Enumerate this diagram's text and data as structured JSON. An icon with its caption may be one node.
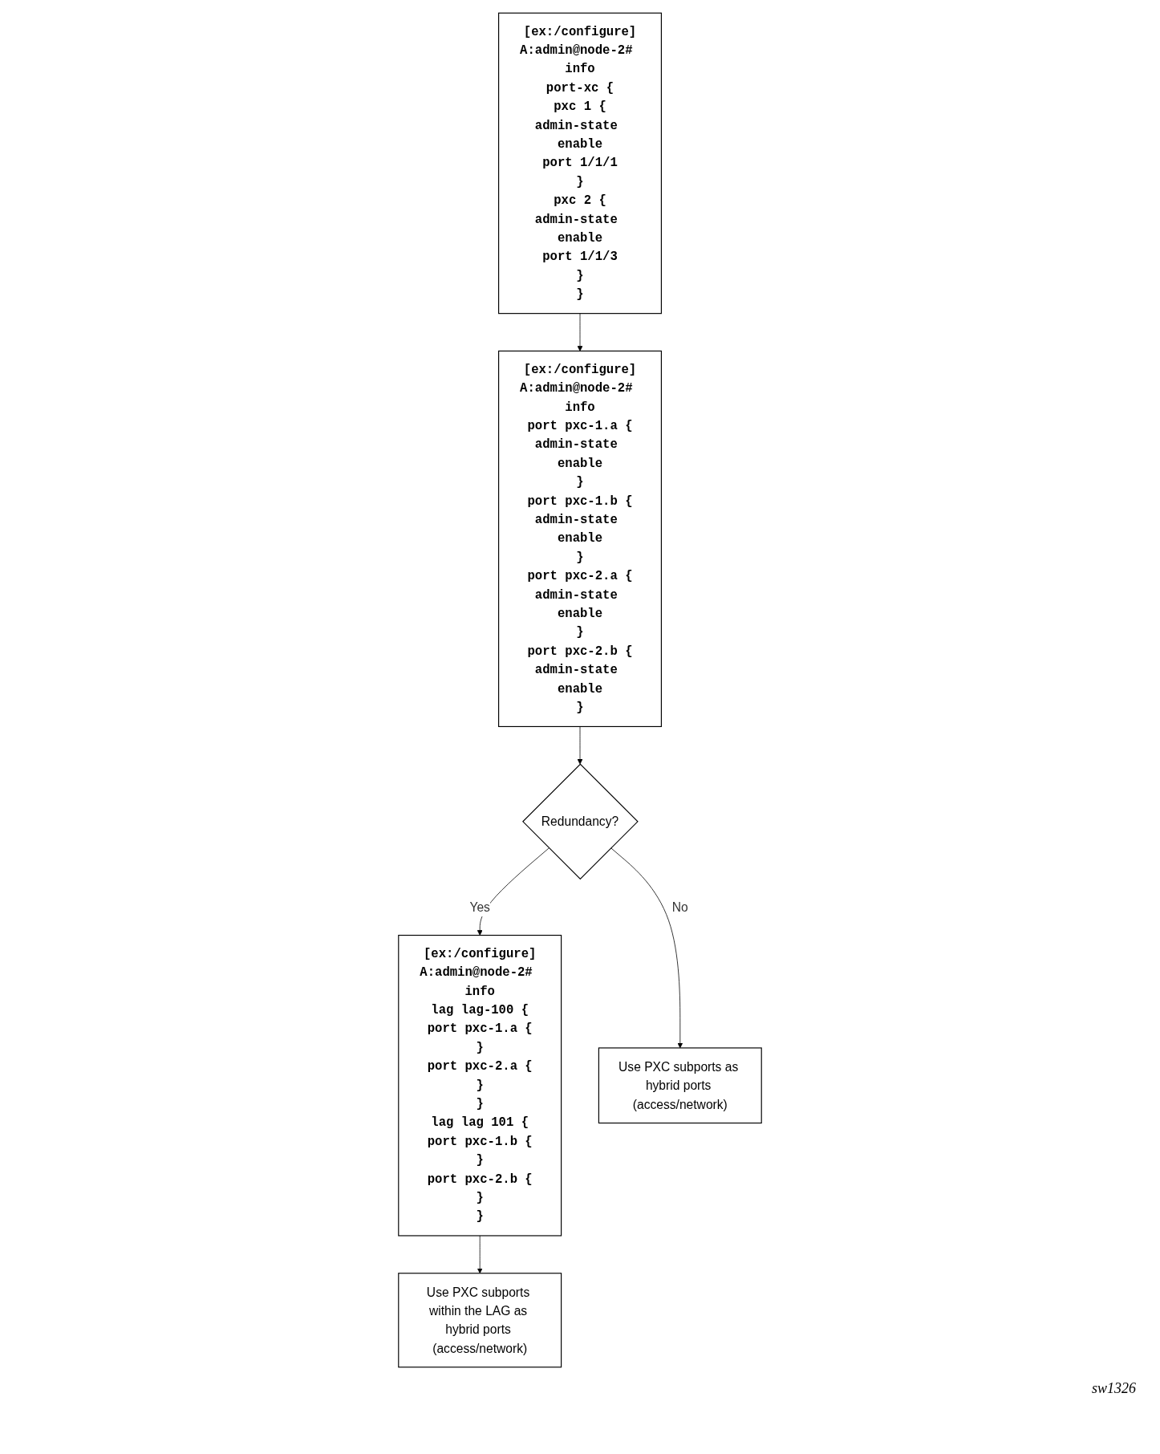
{
  "diagram": {
    "nodes": [
      {
        "text": [
          "[ex:/configure]",
          "A:admin@node-2# info",
          "port-xc {",
          "pxc 1 {",
          "admin-state enable",
          "port 1/1/1",
          "}",
          "pxc 2 {",
          "admin-state enable",
          "port 1/1/3",
          "}",
          "}"
        ]
      },
      {
        "text": [
          "[ex:/configure]",
          "A:admin@node-2# info",
          "port pxc-1.a {",
          "admin-state enable",
          "}",
          "port pxc-1.b {",
          "admin-state enable",
          "}",
          "port pxc-2.a {",
          "admin-state enable",
          "}",
          "port pxc-2.b {",
          "admin-state enable",
          "}"
        ]
      },
      {
        "text": [
          "[ex:/configure]",
          "A:admin@node-2# info",
          "lag lag-100 {",
          "port pxc-1.a {",
          "}",
          "port pxc-2.a {",
          "}",
          "}",
          "lag lag 101 {",
          "port pxc-1.b {",
          "}",
          "port pxc-2.b {",
          "}",
          "}"
        ]
      },
      {
        "text": [
          "Redundancy?"
        ]
      },
      {
        "text": [
          "Use PXC subports as hybrid ports (access/network)"
        ]
      },
      {
        "text": [
          "Use PXC subports within the LAG as hybrid ports (access/network)"
        ]
      }
    ],
    "edges": [
      {
        "from": 0,
        "to": 1,
        "arrow": "to"
      },
      {
        "from": 1,
        "to": 3,
        "arrow": "to"
      },
      {
        "from": 3,
        "to": 2,
        "arrow": "to",
        "label": "Yes"
      },
      {
        "from": 3,
        "to": 4,
        "arrow": "to",
        "label": "No"
      },
      {
        "from": 2,
        "to": 5,
        "arrow": "to"
      }
    ],
    "labels": [
      "sw1326"
    ]
  }
}
